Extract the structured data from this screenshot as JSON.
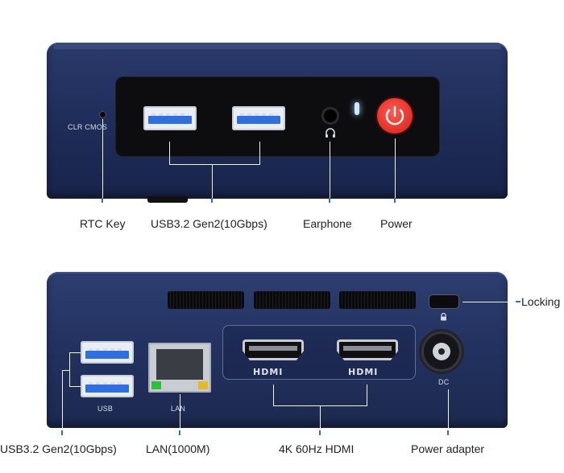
{
  "front": {
    "clr_cmos_label": "CLR CMOS",
    "callouts": {
      "rtc_key": "RTC Key",
      "usb": "USB3.2 Gen2(10Gbps)",
      "earphone": "Earphone",
      "power": "Power"
    }
  },
  "back": {
    "usb_label": "USB",
    "lan_label": "LAN",
    "dc_label": "DC",
    "hdmi_logo": "HDMI",
    "callouts": {
      "usb": "USB3.2 Gen2(10Gbps)",
      "lan": "LAN(1000M)",
      "hdmi": "4K 60Hz HDMI",
      "power_adapter": "Power adapter",
      "locking": "Locking"
    }
  },
  "colors": {
    "chassis": "#22315f",
    "panel": "#0d0d10",
    "usb_blue": "#2f6fe0",
    "power_red": "#e8352d",
    "leader_line": "#2a6fd6"
  },
  "icons": {
    "power": "power-icon",
    "headphone": "headphone-icon",
    "lock": "lock-icon"
  }
}
